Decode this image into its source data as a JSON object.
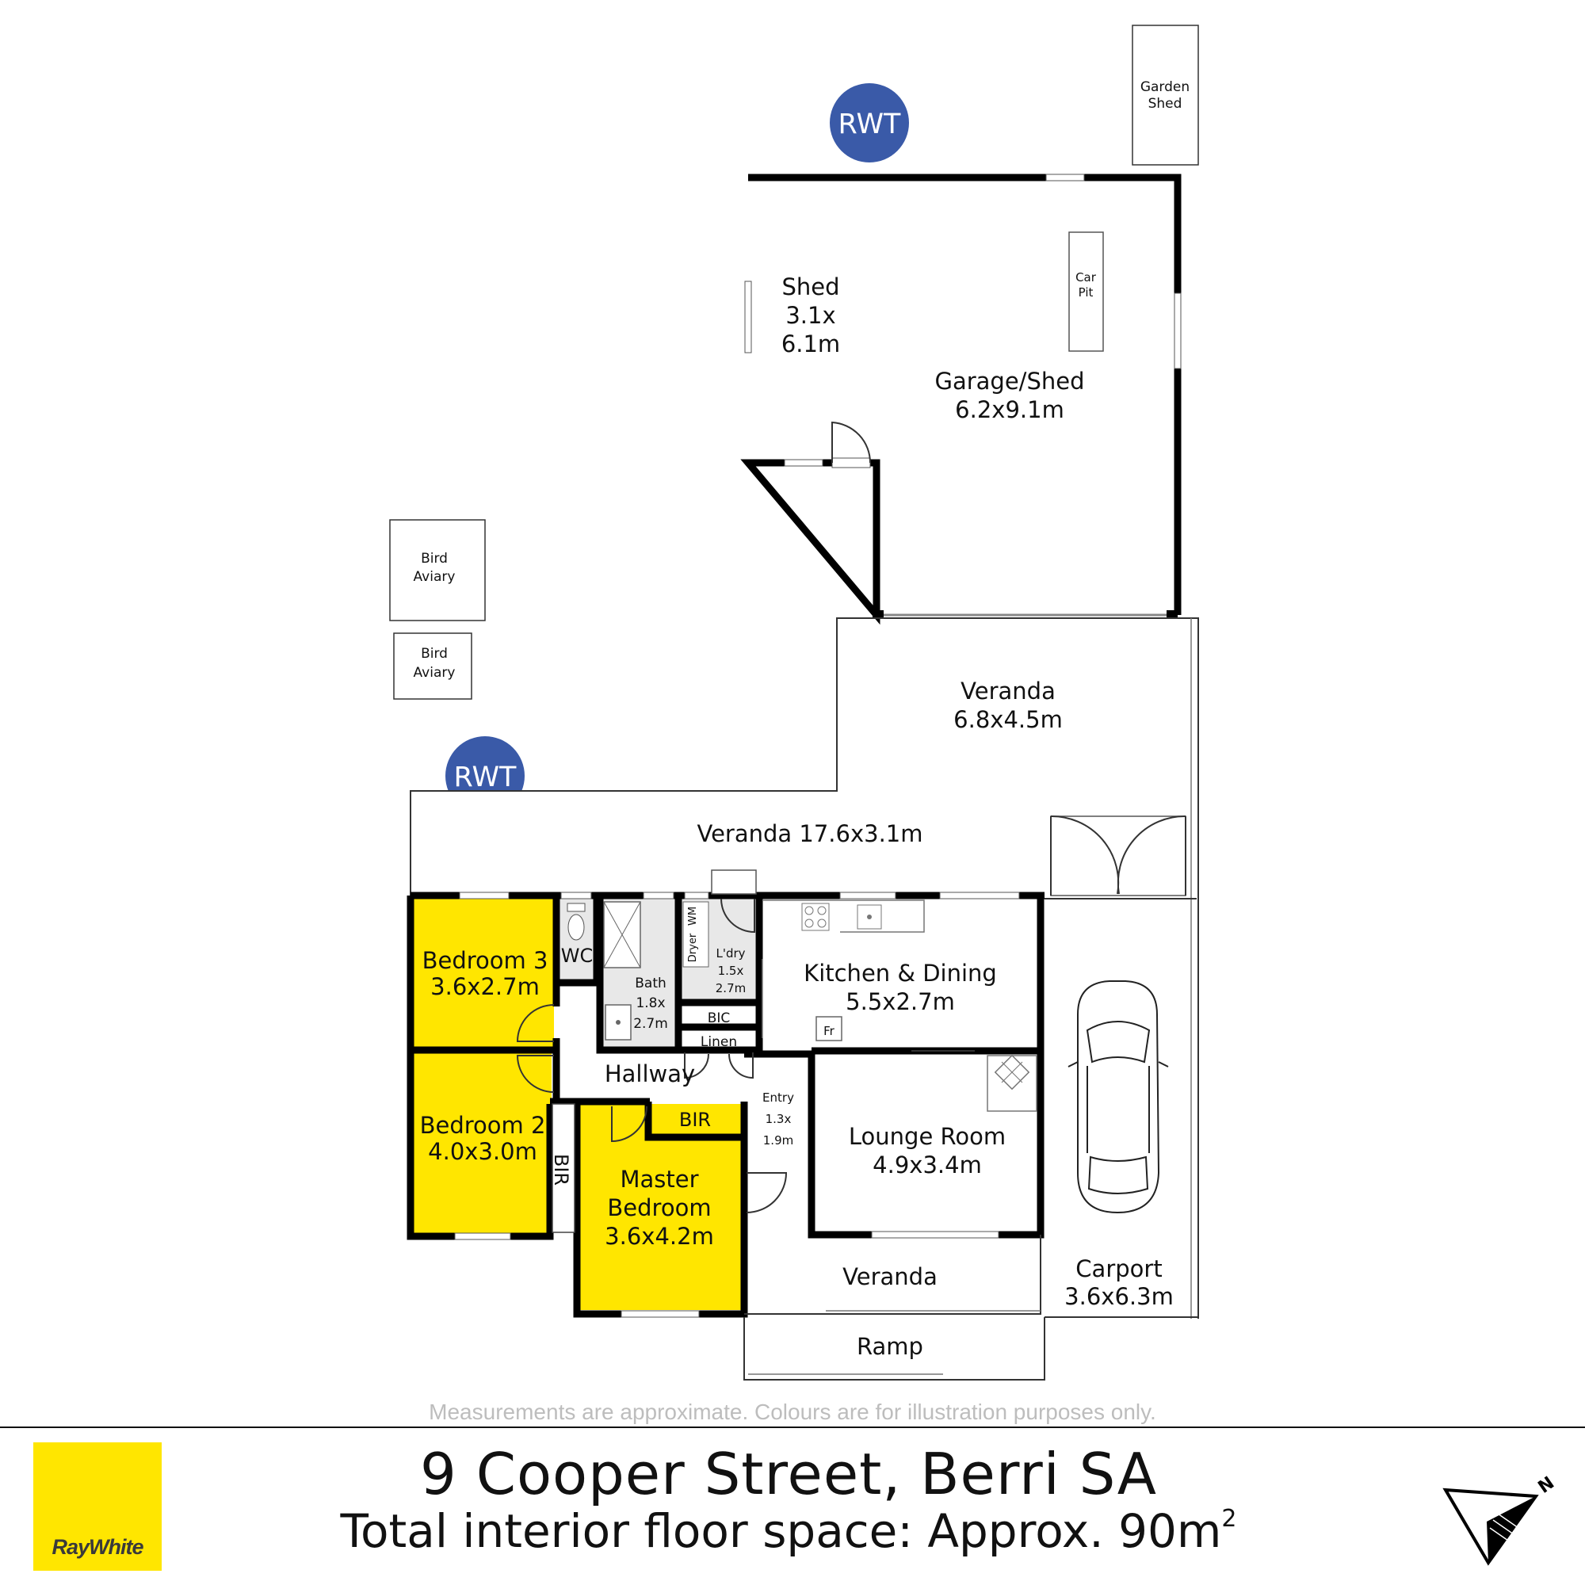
{
  "rooms": {
    "shed": [
      "Shed",
      "3.1x",
      "6.1m"
    ],
    "garage": [
      "Garage/Shed",
      "6.2x9.1m"
    ],
    "car_pit": [
      "Car",
      "Pit"
    ],
    "garden_shed": [
      "Garden",
      "Shed"
    ],
    "bird_aviary": [
      "Bird",
      "Aviary"
    ],
    "rwt": "RWT",
    "veranda_upper": [
      "Veranda",
      "6.8x4.5m"
    ],
    "veranda_long": "Veranda 17.6x3.1m",
    "bedroom3": [
      "Bedroom 3",
      "3.6x2.7m"
    ],
    "wc": "WC",
    "bath": [
      "Bath",
      "1.8x",
      "2.7m"
    ],
    "dryer": "Dryer",
    "wm": "WM",
    "laundry": [
      "L'dry",
      "1.5x",
      "2.7m"
    ],
    "bic": "BIC",
    "linen": "Linen",
    "kitchen": [
      "Kitchen & Dining",
      "5.5x2.7m"
    ],
    "fridge": "Fr",
    "hallway": "Hallway",
    "entry": [
      "Entry",
      "1.3x",
      "1.9m"
    ],
    "bedroom2": [
      "Bedroom 2",
      "4.0x3.0m"
    ],
    "bir": "BIR",
    "master": [
      "Master",
      "Bedroom",
      "3.6x4.2m"
    ],
    "lounge": [
      "Lounge Room",
      "4.9x3.4m"
    ],
    "veranda_front": "Veranda",
    "carport": [
      "Carport",
      "3.6x6.3m"
    ],
    "ramp": "Ramp"
  },
  "footer": {
    "disclaimer": "Measurements are approximate. Colours are for illustration purposes only.",
    "address": "9 Cooper Street, Berri SA",
    "floorspace": "Total interior floor space: Approx. 90m",
    "floorspace_sup": "2",
    "brand": "RayWhite"
  },
  "colors": {
    "bedroom_fill": "#ffe600",
    "wet_area_fill": "#e8e8e8",
    "rwt_fill": "#3a5aa8",
    "logo_fill": "#ffe600"
  },
  "icons": {
    "compass": "north-arrow-icon",
    "car": "car-icon",
    "fireplace": "fireplace-icon",
    "shower": "shower-icon",
    "toilet": "toilet-icon",
    "sink": "sink-icon",
    "cooktop": "cooktop-icon"
  }
}
